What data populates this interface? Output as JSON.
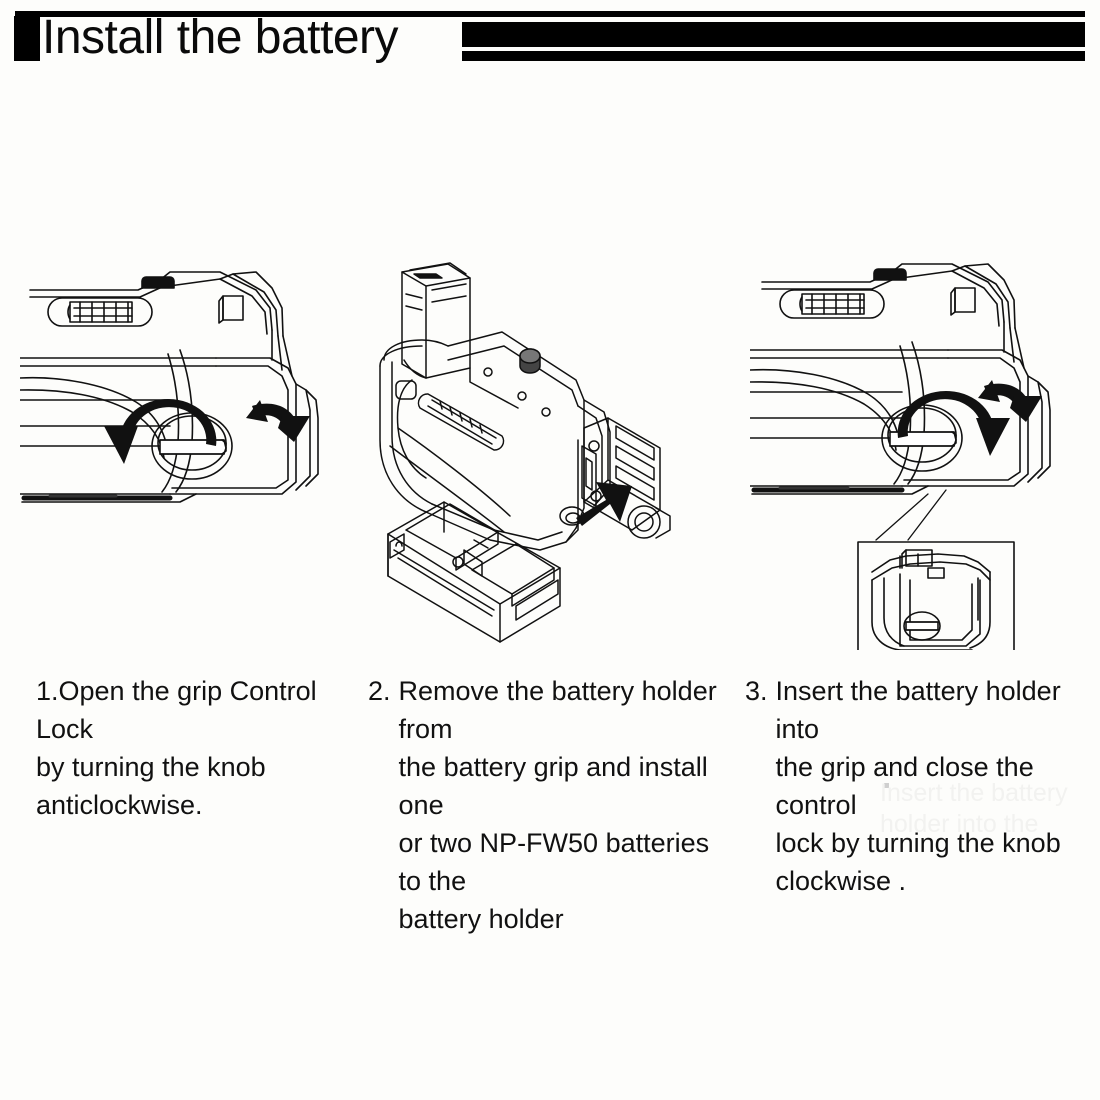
{
  "page": {
    "background_color": "#fdfdfb",
    "ink_color": "#000000"
  },
  "header": {
    "title": "Install the battery",
    "bullet": "black-square",
    "rule_color": "#000000"
  },
  "steps": [
    {
      "number": "1.",
      "text": "Open the grip Control Lock by turning the knob anticlockwise.",
      "lines": [
        "1.Open the grip Control Lock",
        "by turning the knob",
        "anticlockwise."
      ],
      "figure": {
        "name": "camera-grip-knob-unlock",
        "description": "Side view of camera battery grip with control lock knob and anticlockwise rotation arrow",
        "rotation": "anticlockwise"
      }
    },
    {
      "number": "2.",
      "text": "Remove the battery holder from the battery grip and install one or two NP-FW50 batteries to the battery holder",
      "lines": [
        "Remove the battery holder from",
        "the battery grip and install one",
        "or two NP-FW50 batteries to the",
        "battery holder"
      ],
      "battery_model": "NP-FW50",
      "figure": {
        "name": "battery-grip-exploded",
        "description": "Battery grip shown in three-quarter view with battery holder tray removed below and an insertion arrow",
        "arrow": "insert-up-right"
      }
    },
    {
      "number": "3.",
      "text": "Insert the battery holder into the grip and close the control lock by turning the knob clockwise .",
      "lines": [
        "Insert the battery holder into",
        "the grip and close the control",
        "lock by turning the knob",
        "clockwise ."
      ],
      "figure": {
        "name": "camera-grip-knob-lock",
        "description": "Side view of camera battery grip with control lock knob turning clockwise, plus magnified inset detail of the knob area",
        "rotation": "clockwise",
        "inset": "knob-detail-callout"
      }
    }
  ],
  "ghost_artifact": {
    "line1": "Insert the battery",
    "line2": "holder into the"
  }
}
